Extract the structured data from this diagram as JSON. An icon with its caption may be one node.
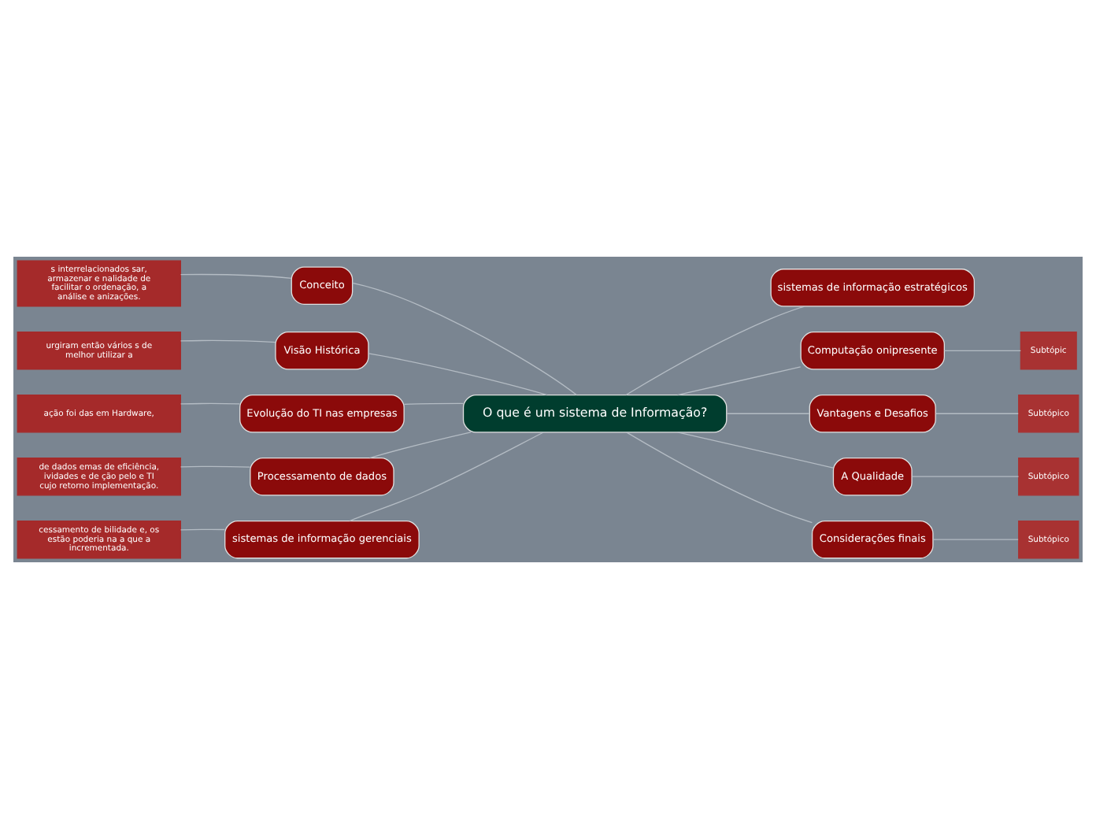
{
  "diagram": {
    "nodes": [
      {
        "text": [
          "O que é um sistema de Informação?"
        ]
      },
      {
        "text": [
          "Conceito"
        ]
      },
      {
        "text": [
          "s interrelacionados sar, armazenar e nalidade de facilitar o ordenação, a análise e anizações."
        ]
      },
      {
        "text": [
          "Visão Histórica"
        ]
      },
      {
        "text": [
          "urgiram então vários s de melhor utilizar a"
        ]
      },
      {
        "text": [
          "Evolução do TI nas empresas"
        ]
      },
      {
        "text": [
          "ação foi das em Hardware,"
        ]
      },
      {
        "text": [
          "Processamento de dados"
        ]
      },
      {
        "text": [
          "de dados emas de eficiência, ividades e de ção pelo e TI cujo retorno implementação."
        ]
      },
      {
        "text": [
          "sistemas de informação gerenciais"
        ]
      },
      {
        "text": [
          "cessamento de bilidade e, os estão poderia na a que a incrementada."
        ]
      },
      {
        "text": [
          "sistemas de informação estratégicos"
        ]
      },
      {
        "text": [
          "Computação onipresente"
        ]
      },
      {
        "text": [
          "Subtópic"
        ]
      },
      {
        "text": [
          "Vantagens e Desafios"
        ]
      },
      {
        "text": [
          "Subtópico"
        ]
      },
      {
        "text": [
          "A Qualidade"
        ]
      },
      {
        "text": [
          "Subtópico"
        ]
      },
      {
        "text": [
          "Considerações finais"
        ]
      },
      {
        "text": [
          "Subtópico"
        ]
      }
    ],
    "edges": [
      {
        "from": 0,
        "to": 1,
        "arrow": "none"
      },
      {
        "from": 1,
        "to": 2,
        "arrow": "none"
      },
      {
        "from": 0,
        "to": 3,
        "arrow": "none"
      },
      {
        "from": 3,
        "to": 4,
        "arrow": "none"
      },
      {
        "from": 0,
        "to": 5,
        "arrow": "none"
      },
      {
        "from": 5,
        "to": 6,
        "arrow": "none"
      },
      {
        "from": 0,
        "to": 7,
        "arrow": "none"
      },
      {
        "from": 7,
        "to": 8,
        "arrow": "none"
      },
      {
        "from": 0,
        "to": 9,
        "arrow": "none"
      },
      {
        "from": 9,
        "to": 10,
        "arrow": "none"
      },
      {
        "from": 0,
        "to": 11,
        "arrow": "none"
      },
      {
        "from": 0,
        "to": 12,
        "arrow": "none"
      },
      {
        "from": 12,
        "to": 13,
        "arrow": "none"
      },
      {
        "from": 0,
        "to": 14,
        "arrow": "none"
      },
      {
        "from": 14,
        "to": 15,
        "arrow": "none"
      },
      {
        "from": 0,
        "to": 16,
        "arrow": "none"
      },
      {
        "from": 16,
        "to": 17,
        "arrow": "none"
      },
      {
        "from": 0,
        "to": 18,
        "arrow": "none"
      },
      {
        "from": 18,
        "to": 19,
        "arrow": "none"
      }
    ]
  }
}
